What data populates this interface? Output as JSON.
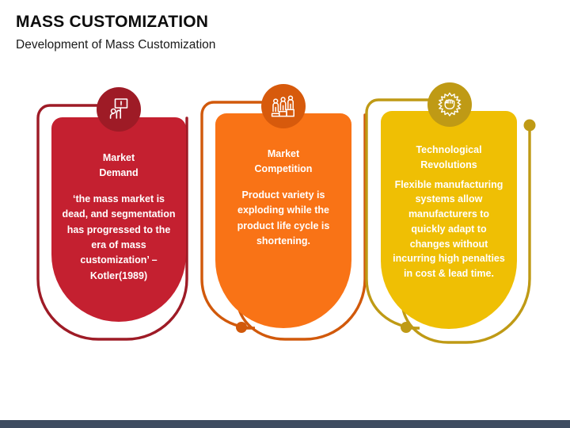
{
  "slide": {
    "title": "MASS CUSTOMIZATION",
    "subtitle": "Development of Mass Customization"
  },
  "colors": {
    "card_1": "#C42030",
    "card_1_badge": "#9E1B26",
    "card_1_connector": "#9E1B26",
    "card_2": "#F97316",
    "card_2_badge": "#D75A0C",
    "card_2_connector": "#D1590B",
    "card_3": "#EFBF04",
    "card_3_badge": "#BF9A15",
    "card_3_connector": "#BF9A15",
    "footer_bar": "#3E4C60",
    "title_text": "#0D0D0D",
    "card_text": "#FFFFFF"
  },
  "cards": [
    {
      "id": "market-demand",
      "heading": "Market\nDemand",
      "heading_line_1": "Market",
      "heading_line_2": "Demand",
      "body": "‘the mass market is dead, and segmentation has progressed to the era of mass customization’ – Kotler(1989)",
      "icon": "protest-sign-hand-icon",
      "icon_label": "hand holding exclamation sign"
    },
    {
      "id": "market-competition",
      "heading": "Market\nCompetition",
      "heading_line_1": "Market",
      "heading_line_2": "Competition",
      "body": "Product variety is exploding while the product life cycle is shortening.",
      "icon": "podium-ranking-icon",
      "icon_label": "three people on winners podium"
    },
    {
      "id": "technological-revolutions",
      "heading": "Technological\nRevolutions",
      "heading_line_1": "Technological",
      "heading_line_2": "Revolutions",
      "body": "Flexible manufacturing systems allow manufacturers to quickly adapt to changes without incurring high penalties in cost & lead time.",
      "icon": "raised-fist-burst-icon",
      "icon_label": "raised fist with starburst"
    }
  ]
}
